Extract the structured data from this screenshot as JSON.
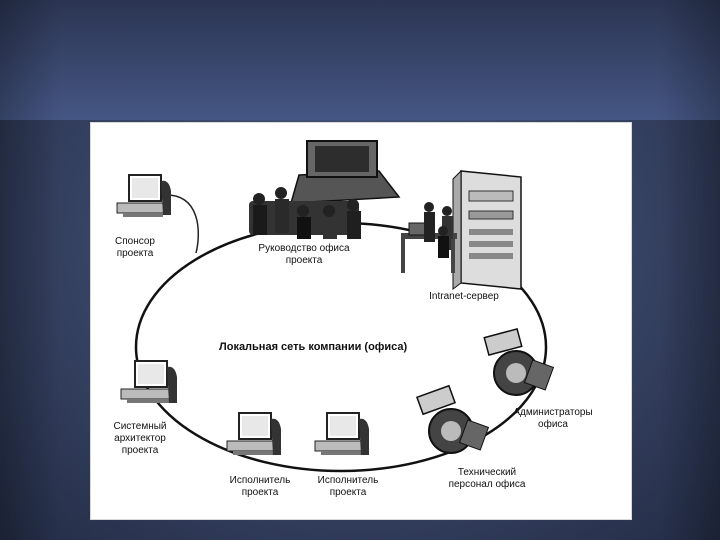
{
  "diagram": {
    "center_label": "Локальная сеть компании (офиса)",
    "nodes": {
      "sponsor": "Спонсор\nпроекта",
      "management": "Руководство офиса\nпроекта",
      "server": "Intranet-сервер",
      "admins": "Администраторы\nофиса",
      "tech_staff": "Технический\nперсонал офиса",
      "executor_right": "Исполнитель\nпроекта",
      "executor_left": "Исполнитель\nпроекта",
      "architect": "Системный\nархитектор\nпроекта"
    },
    "icons": {
      "sponsor": "workstation-icon",
      "management": "meeting-team-icon",
      "server": "server-tower-icon",
      "admins": "robot-icon",
      "tech_staff": "robot-icon",
      "executor": "workstation-icon",
      "architect": "workstation-icon"
    }
  }
}
